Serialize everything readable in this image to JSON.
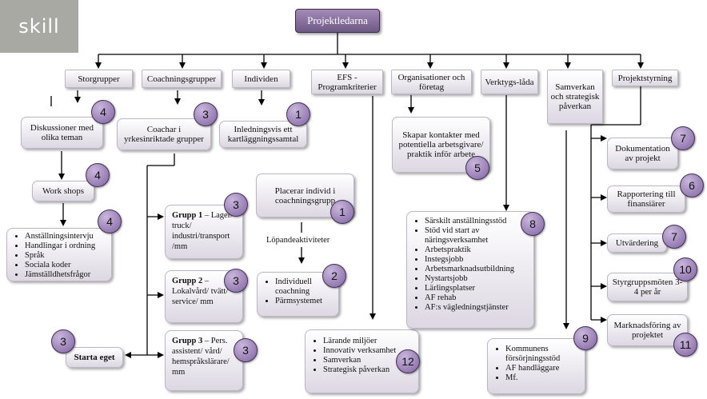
{
  "logo_text": "skill",
  "root": "Projektledarna",
  "categories": {
    "storgrupper": "Storgrupper",
    "coachningsgrupper": "Coachningsgrupper",
    "individen": "Individen",
    "efs": "EFS - Programkriterier",
    "organisationer": "Organisationer och företag",
    "verktygslada": "Verktygs-låda",
    "samverkan": "Samverkan och strategisk påverkan",
    "projektstyrning": "Projektstyrning"
  },
  "boxes": {
    "diskussioner": "Diskussioner med olika teman",
    "workshops": "Work shops",
    "coachar": "Coachar i yrkesinriktade grupper",
    "inledningsvis": "Inledningsvis ett kartläggningssamtal",
    "placerar": "Placerar individ i coachningsgrupp",
    "lopande": "Löpandeaktiviteter",
    "skapar": "Skapar kontakter med potentiella arbetsgivare/ praktik inför arbete",
    "starta_eget": "Starta eget",
    "dokumentation": "Dokumentation av projekt",
    "rapportering": "Rapportering till finansiärer",
    "utvardering": "Utvärdering",
    "styrgrupp": "Styrgruppsmöten 3-4 per år",
    "marknadsforing": "Marknadsföring av projektet"
  },
  "groups": {
    "g1_title": "Grupp 1",
    "g1_text": " – Lager/ truck/ industri/transport /mm",
    "g2_title": "Grupp 2",
    "g2_text": " – Lokalvård/ tvätt/ service/ mm",
    "g3_title": "Grupp 3",
    "g3_text": " – Pers. assistent/ vård/ hemspråkslärare/ mm"
  },
  "lists": {
    "storgrupper_items": [
      "Anställningsintervju",
      "Handlingar i ordning",
      "Språk",
      "Sociala koder",
      "Jämställdhetsfrågor"
    ],
    "individ_items": [
      "Individuell coachning",
      "Pärmsystemet"
    ],
    "efs_items": [
      "Lärande miljöer",
      "Innovativ verksamhet",
      "Samverkan",
      "Strategisk påverkan"
    ],
    "verktyg_items": [
      "Särskilt anställningsstöd",
      "Stöd vid start av näringsverksamhet",
      "Arbetspraktik",
      "Instegsjobb",
      "Arbetsmarknadsutbildning",
      "Nystartsjobb",
      "Lärlingsplatser",
      "AF rehab",
      "AF:s vägledningstjänster"
    ],
    "samverkan_items": [
      "Kommunens försörjningsstöd",
      "AF handläggare",
      "Mf."
    ]
  },
  "badges": {
    "diskussioner": "4",
    "workshops": "4",
    "storgrupper_list": "4",
    "coachar": "3",
    "inledningsvis": "1",
    "placerar": "1",
    "individ_list": "2",
    "g1": "3",
    "g2": "3",
    "g3": "3",
    "starta_eget": "3",
    "skapar": "5",
    "verktyg": "8",
    "efs_list": "12",
    "samverkan_list": "9",
    "dokumentation": "7",
    "rapportering": "6",
    "utvardering": "7",
    "styrgrupp": "10",
    "marknadsforing": "11"
  }
}
